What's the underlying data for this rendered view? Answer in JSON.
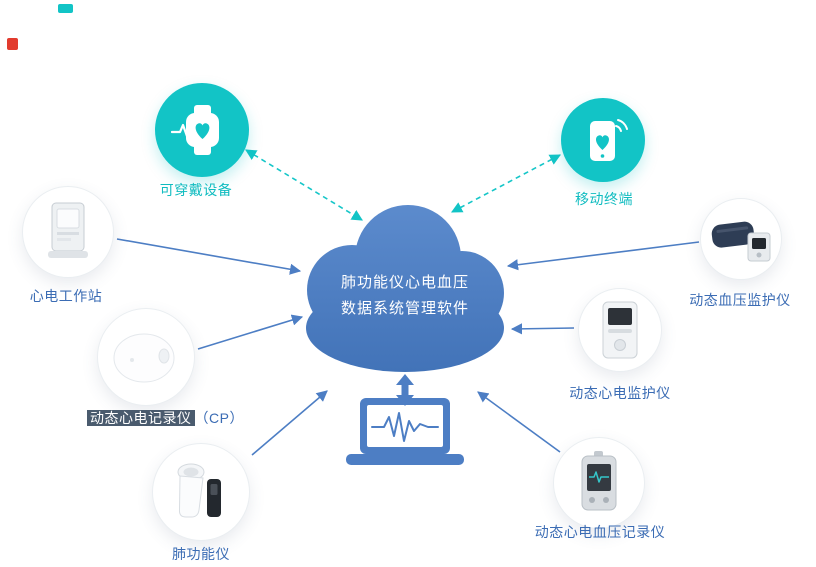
{
  "cloud": {
    "line1": "肺功能仪心电血压",
    "line2": "数据系统管理软件"
  },
  "nodes": {
    "wearable": {
      "label": "可穿戴设备"
    },
    "mobile": {
      "label": "移动终端"
    },
    "ecg_workstation": {
      "label": "心电工作站"
    },
    "holter_recorder": {
      "label_highlighted": "动态心电记录仪",
      "label_suffix": "（CP）"
    },
    "spirometer": {
      "label": "肺功能仪"
    },
    "ecg_bp_recorder": {
      "label": "动态心电血压记录仪"
    },
    "ecg_monitor": {
      "label": "动态心电监护仪"
    },
    "bp_monitor": {
      "label": "动态血压监护仪"
    }
  },
  "icons": {
    "wearable": "smartwatch-heart-icon",
    "mobile": "smartphone-heart-icon",
    "laptop": "laptop-ecg-icon"
  },
  "connections": [
    {
      "from": "wearable",
      "to": "cloud",
      "type": "dashed-teal-bidirectional"
    },
    {
      "from": "mobile",
      "to": "cloud",
      "type": "dashed-teal-bidirectional"
    },
    {
      "from": "ecg_workstation",
      "to": "cloud",
      "type": "solid-blue-arrow"
    },
    {
      "from": "holter_recorder",
      "to": "cloud",
      "type": "solid-blue-arrow"
    },
    {
      "from": "spirometer",
      "to": "cloud",
      "type": "solid-blue-arrow"
    },
    {
      "from": "ecg_bp_recorder",
      "to": "cloud",
      "type": "solid-blue-arrow"
    },
    {
      "from": "ecg_monitor",
      "to": "cloud",
      "type": "solid-blue-arrow"
    },
    {
      "from": "bp_monitor",
      "to": "cloud",
      "type": "solid-blue-arrow"
    },
    {
      "from": "laptop",
      "to": "cloud",
      "type": "thick-blue-bidirectional"
    }
  ],
  "colors": {
    "teal": "#12c4c6",
    "blue": "#4d7ec4",
    "label_blue": "#3b6cb4",
    "cloud_text": "#ffffff",
    "highlight_bg": "#4a5b6e"
  }
}
